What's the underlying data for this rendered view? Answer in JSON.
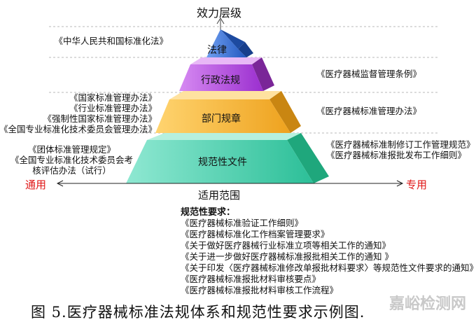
{
  "header": {
    "axis_top": "效力层级"
  },
  "pyramid": {
    "tiers": [
      {
        "label": "法律",
        "front": "#2f6fd6",
        "side": "#1f4e9c",
        "top": "#7fa8ee"
      },
      {
        "label": "行政法规",
        "front": "#b03ce0",
        "side": "#7a2a9e",
        "top": "#d79af0"
      },
      {
        "label": "部门规章",
        "front": "#f5b031",
        "side": "#c88515",
        "top": "#ffd67a"
      },
      {
        "label": "规范性文件",
        "front": "#37c9a8",
        "side": "#20a078",
        "top": "#a6ecd8"
      }
    ]
  },
  "left_laws": {
    "tier1": [
      "《中华人民共和国标准化法》"
    ],
    "tier3": [
      "《国家标准管理办法》",
      "《行业标准管理办法》",
      "《强制性国家标准管理办法》",
      "《全国专业标准化技术委员会管理办法》"
    ],
    "tier4": [
      "《团体标准管理规定》",
      "《全国专业标准化技术委员会考",
      "核评估办法（试行）"
    ]
  },
  "right_laws": {
    "tier2": [
      "《医疗器械监督管理条例》"
    ],
    "tier3": [
      "《医疗器械标准管理办法》"
    ],
    "tier4": [
      "《医疗器械标准制修订工作管理规范》",
      "《医疗器械标准报批发布工作细则》"
    ]
  },
  "scope_axis": {
    "left": "通用",
    "right": "专用",
    "title": "适用范围"
  },
  "requirements": {
    "title": "规范性要求：",
    "items": [
      "《医疗器械标准验证工作细则》",
      "《医疗器械标准化工作档案管理要求》",
      "《关于做好医疗器械行业标准立项等相关工作的通知》",
      "《关于进一步做好医疗器械标准报批相关工作的通知 》",
      "《关于印发〈医疗器械标准修改单报批材料要求〉等规范性文件要求的通知》",
      "《医疗器械标准报批材料审核要点》",
      "《医疗器械标准报批材料审核工作流程》"
    ]
  },
  "caption": "图 5.医疗器械标准法规体系和规范性要求示例图.",
  "watermark": "嘉峪检测网",
  "colors": {
    "scope_red": "#e01818",
    "dashed_line": "#b0b0b0"
  }
}
